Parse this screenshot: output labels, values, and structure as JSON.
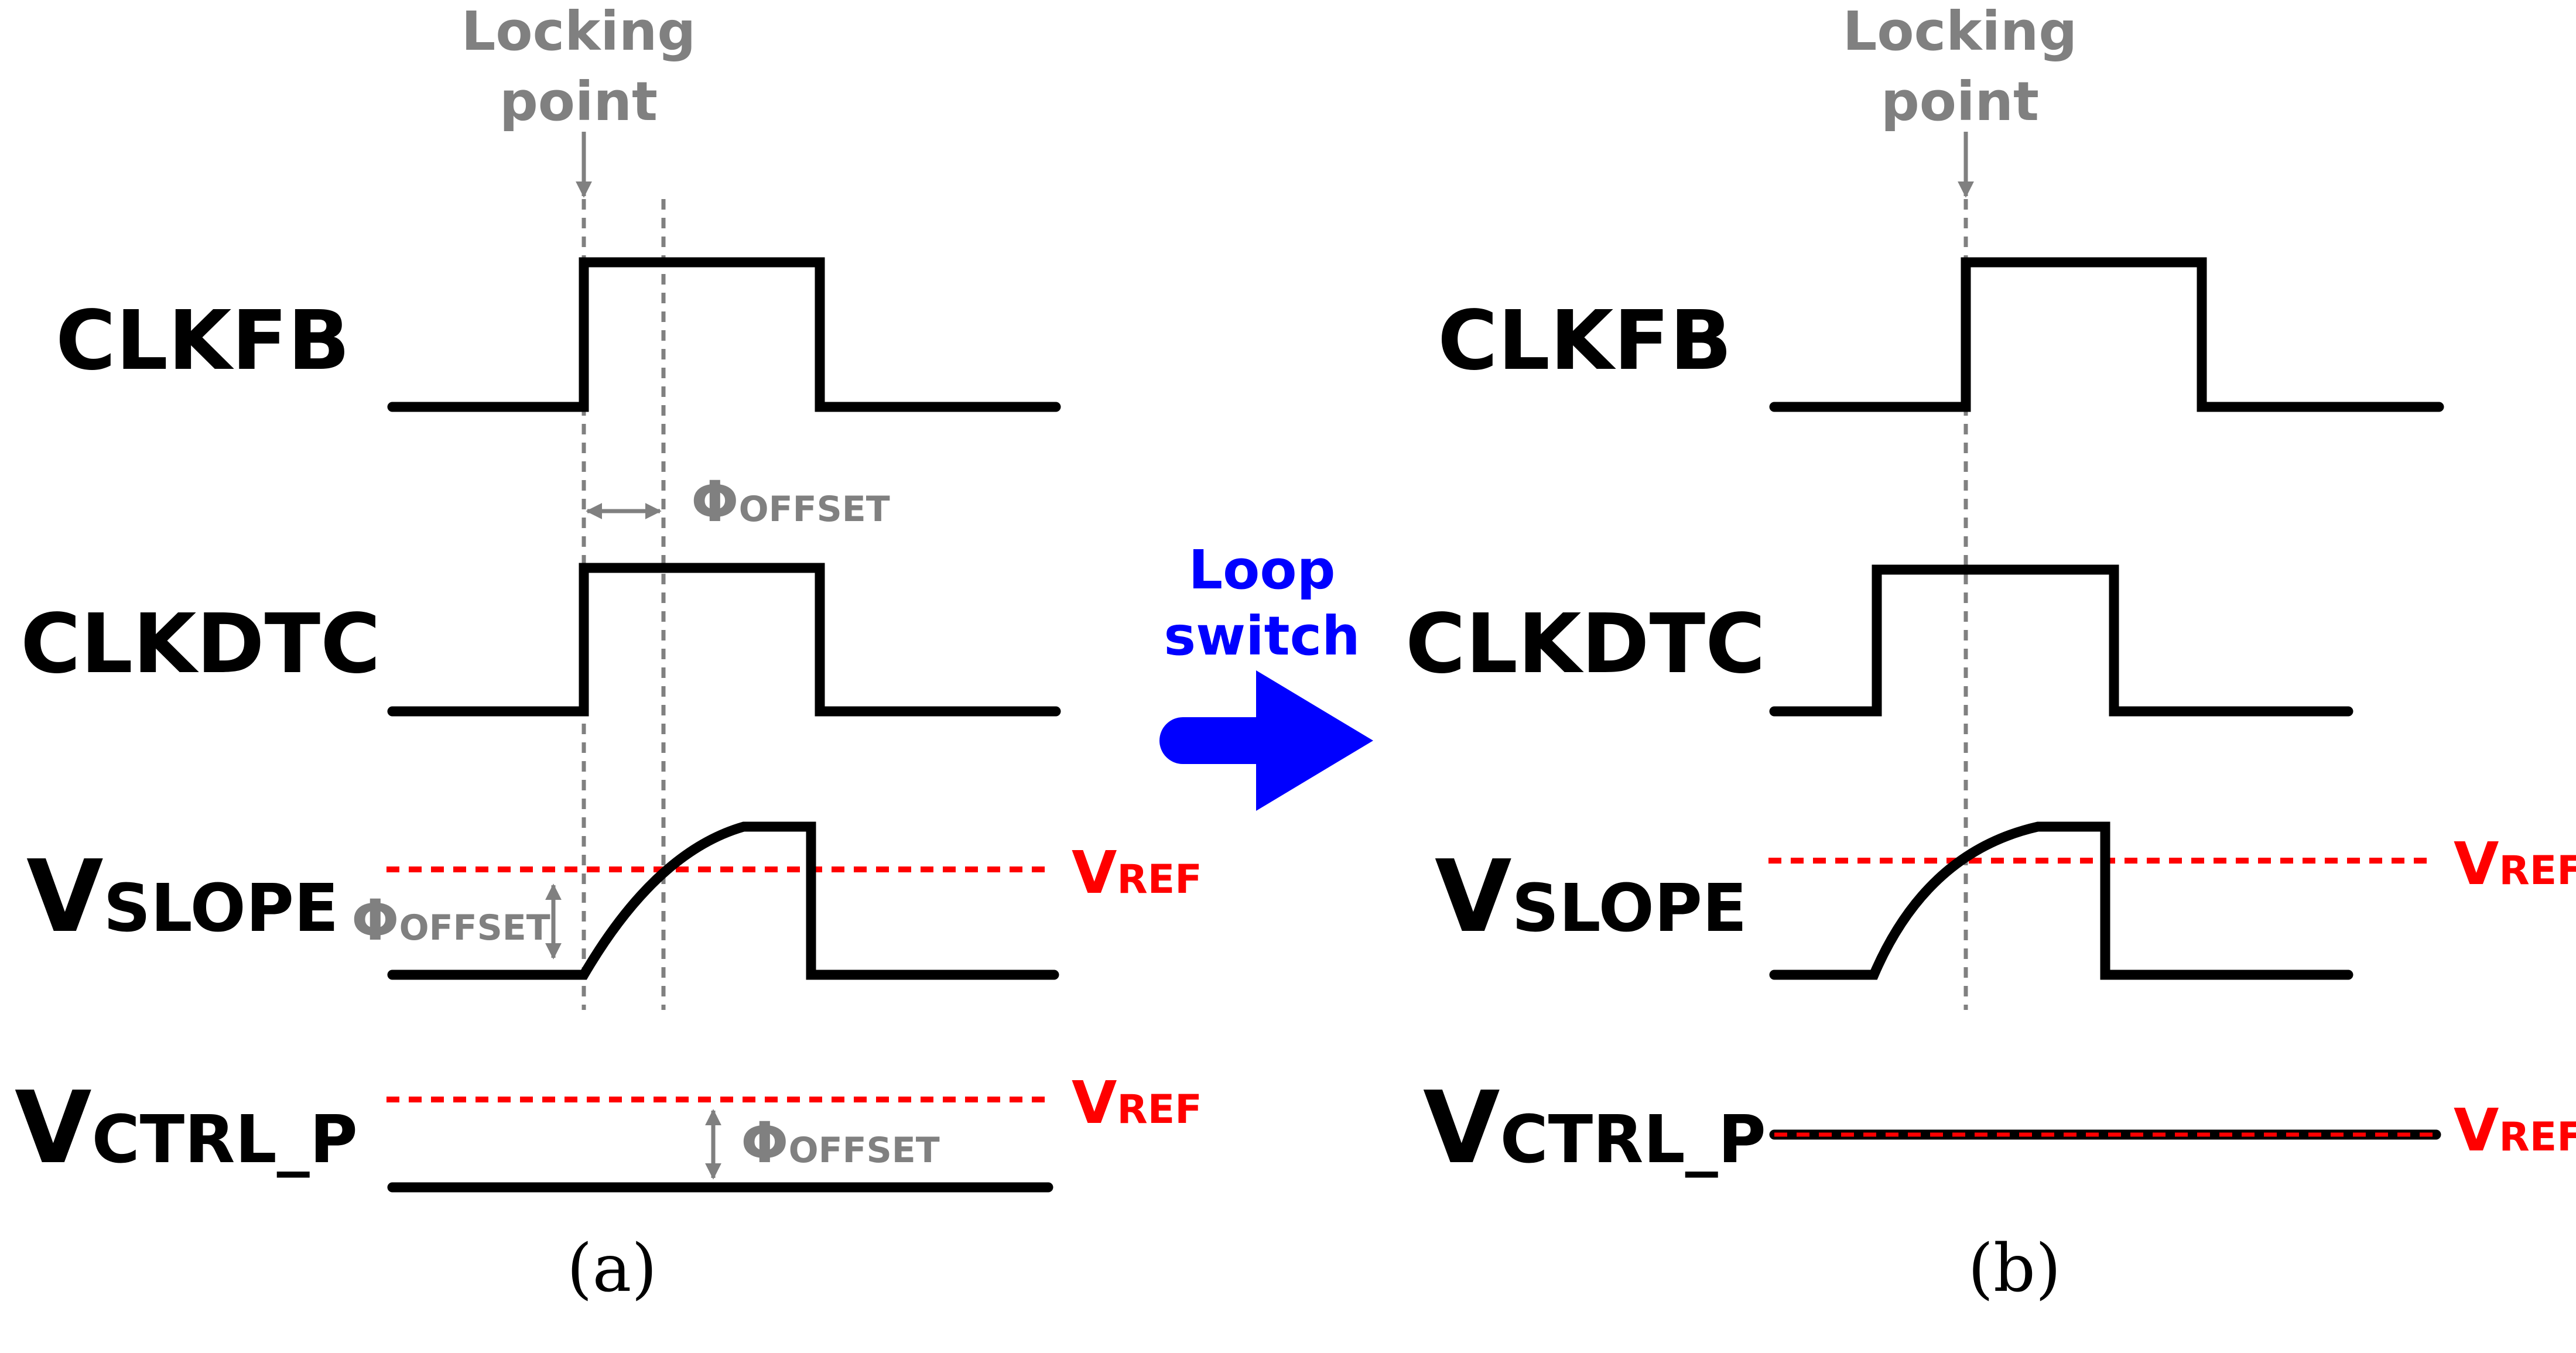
{
  "panels": [
    {
      "caption": "(a)",
      "locking_point": [
        "Locking",
        "point"
      ],
      "signals": {
        "clkfb": "CLKFB",
        "clkdtc": "CLKDTC",
        "vslope": {
          "main": "V",
          "sub": "SLOPE"
        },
        "vctrl": {
          "main": "V",
          "sub": "CTRL_P"
        }
      },
      "vref_slope": {
        "main": "V",
        "sub": "REF"
      },
      "vref_ctrl": {
        "main": "V",
        "sub": "REF"
      },
      "phi_offset_top": {
        "main": "Φ",
        "sub": "OFFSET"
      },
      "phi_offset_slope": {
        "main": "Φ",
        "sub": "OFFSET"
      },
      "phi_offset_ctrl": {
        "main": "Φ",
        "sub": "OFFSET"
      }
    },
    {
      "caption": "(b)",
      "locking_point": [
        "Locking",
        "point"
      ],
      "signals": {
        "clkfb": "CLKFB",
        "clkdtc": "CLKDTC",
        "vslope": {
          "main": "V",
          "sub": "SLOPE"
        },
        "vctrl": {
          "main": "V",
          "sub": "CTRL_P"
        }
      },
      "vref_slope": {
        "main": "V",
        "sub": "REF"
      },
      "vref_ctrl": {
        "main": "V",
        "sub": "REF"
      }
    }
  ],
  "transition": {
    "lines": [
      "Loop",
      "switch"
    ],
    "color": "#0000ff"
  },
  "colors": {
    "waveform": "#000000",
    "reference": "#ff0000",
    "annotation": "#808080"
  }
}
